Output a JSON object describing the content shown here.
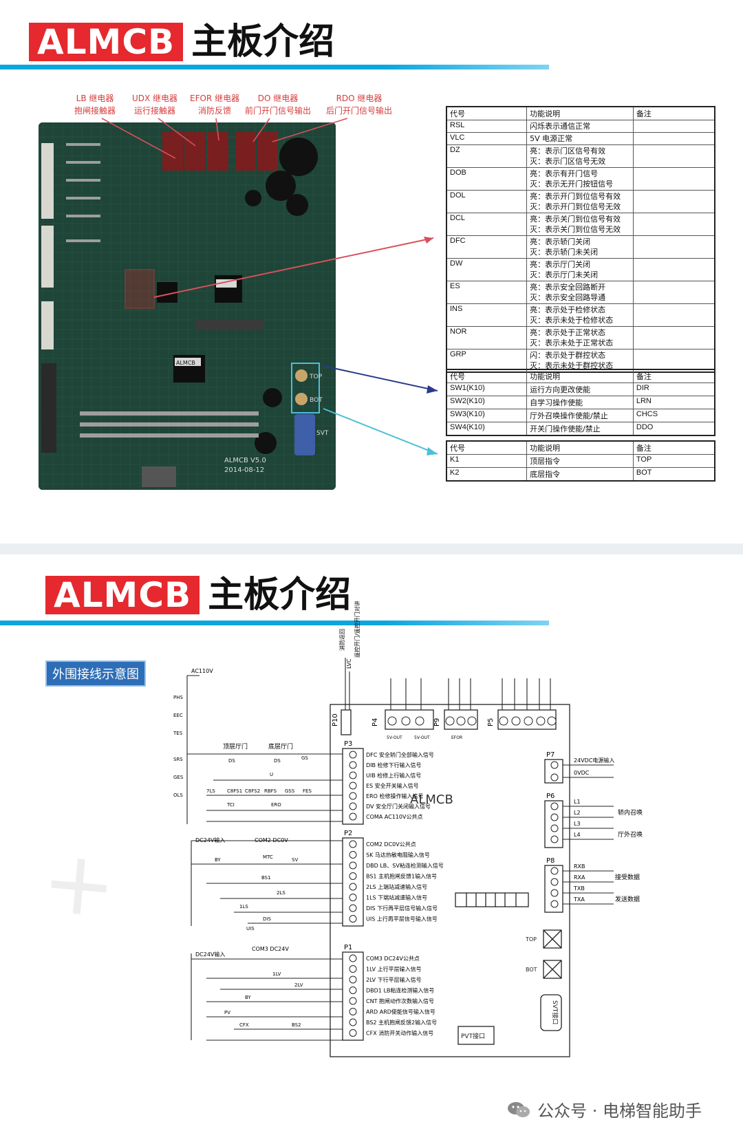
{
  "panel_top": {
    "title_red": "ALMCB",
    "title_black": "主板介绍",
    "relay_labels": [
      {
        "line1": "LB 继电器",
        "line2": "抱闸接触器"
      },
      {
        "line1": "UDX 继电器",
        "line2": "运行接触器"
      },
      {
        "line1": "EFOR 继电器",
        "line2": "消防反馈"
      },
      {
        "line1": "DO 继电器",
        "line2": "前门开门信号输出"
      },
      {
        "line1": "RDO 继电器",
        "line2": "后门开门信号输出"
      }
    ],
    "board_labels": {
      "version": "ALMCB V5.0",
      "date": "2014-08-12",
      "top": "TOP",
      "bot": "BOT",
      "svt": "SVT",
      "chip": "ALMCB"
    },
    "table1": {
      "headers": [
        "代号",
        "功能说明",
        "备注"
      ],
      "rows": [
        {
          "code": "RSL",
          "lines": [
            "闪烁表示通信正常"
          ],
          "note": ""
        },
        {
          "code": "VLC",
          "lines": [
            "5V 电源正常"
          ],
          "note": ""
        },
        {
          "code": "DZ",
          "lines": [
            "亮：表示门区信号有效",
            "灭：表示门区信号无效"
          ],
          "note": ""
        },
        {
          "code": "DOB",
          "lines": [
            "亮：表示有开门信号",
            "灭：表示无开门按钮信号"
          ],
          "note": ""
        },
        {
          "code": "DOL",
          "lines": [
            "亮：表示开门到位信号有效",
            "灭：表示开门到位信号无效"
          ],
          "note": ""
        },
        {
          "code": "DCL",
          "lines": [
            "亮：表示关门到位信号有效",
            "灭：表示关门到位信号无效"
          ],
          "note": ""
        },
        {
          "code": "DFC",
          "lines": [
            "亮：表示轿门关闭",
            "灭：表示轿门未关闭"
          ],
          "note": ""
        },
        {
          "code": "DW",
          "lines": [
            "亮：表示厅门关闭",
            "灭：表示厅门未关闭"
          ],
          "note": ""
        },
        {
          "code": "ES",
          "lines": [
            "亮：表示安全回路断开",
            "灭：表示安全回路导通"
          ],
          "note": ""
        },
        {
          "code": "INS",
          "lines": [
            "亮：表示处于检修状态",
            "灭：表示未处于检修状态"
          ],
          "note": ""
        },
        {
          "code": "NOR",
          "lines": [
            "亮：表示处于正常状态",
            "灭：表示未处于正常状态"
          ],
          "note": ""
        },
        {
          "code": "GRP",
          "lines": [
            "闪：表示处于群控状态",
            "灭：表示未处于群控状态"
          ],
          "note": ""
        }
      ]
    },
    "table2": {
      "headers": [
        "代号",
        "功能说明",
        "备注"
      ],
      "rows": [
        {
          "code": "SW1(K10)",
          "func": "运行方向更改使能",
          "note": "DIR"
        },
        {
          "code": "SW2(K10)",
          "func": "自学习操作使能",
          "note": "LRN"
        },
        {
          "code": "SW3(K10)",
          "func": "厅外召唤操作使能/禁止",
          "note": "CHCS"
        },
        {
          "code": "SW4(K10)",
          "func": "开关门操作使能/禁止",
          "note": "DDO"
        }
      ]
    },
    "table3": {
      "headers": [
        "代号",
        "功能说明",
        "备注"
      ],
      "rows": [
        {
          "code": "K1",
          "func": "顶层指令",
          "note": "TOP"
        },
        {
          "code": "K2",
          "func": "底层指令",
          "note": "BOT"
        }
      ]
    }
  },
  "panel_bottom": {
    "title_red": "ALMCB",
    "title_black": "主板介绍",
    "diagram_label": "外围接线示意图",
    "board_name": "ALMCB",
    "pvt": "PVT接口",
    "svt": "SVT接口",
    "top": "TOP",
    "bot": "BOT",
    "connectors": [
      "P10",
      "P4",
      "P9",
      "P5",
      "P3",
      "P2",
      "P1",
      "P7",
      "P6",
      "P8"
    ],
    "p4_sub": [
      "5V-OUT",
      "5V-OUT"
    ],
    "p9_sub": "EFOR",
    "p10_top": [
      "消防返回",
      "LVC",
      "遥控开门/遥控开门对讲"
    ],
    "p3_signals": [
      "DFC 安全轿门全部输入信号",
      "DIB 检修下行输入信号",
      "UIB 检修上行输入信号",
      "ES 安全开关输入信号",
      "ERO 检修操作输入信号",
      "DV 安全厅门关闭输入信号",
      "COMA AC110V公共点"
    ],
    "p2_signals": [
      "COM2 DC0V公共点",
      "SK 马达热敏电阻输入信号",
      "DBD LB、SV粘连检测输入信号",
      "BS1 主机抱闸反馈1输入信号",
      "2LS 上端站减速输入信号",
      "1LS 下端站减速输入信号",
      "DIS 下行再平层信号输入信号",
      "UIS 上行再平层信号输入信号"
    ],
    "p1_signals": [
      "COM3 DC24V公共点",
      "1LV 上行平层输入信号",
      "2LV 下行平层输入信号",
      "DBD1 LB粘连检测输入信号",
      "CNT 抱闸动作次数输入信号",
      "ARD ARD使能信号输入信号",
      "BS2 主机抱闸反馈2输入信号",
      "CFX 消防开关动作输入信号"
    ],
    "p7_labels": [
      "24VDC电源输入",
      "0VDC"
    ],
    "p6_labels": [
      "L1",
      "L2",
      "L3",
      "L4"
    ],
    "p6_side": [
      "轿内召唤",
      "厅外召唤"
    ],
    "p8_labels": [
      "RXB",
      "RXA",
      "TXB",
      "TXA"
    ],
    "p8_side": [
      "接受数据",
      "发送数据"
    ],
    "left_labels": {
      "ac110v": "AC110V",
      "top_door": "顶层厅门",
      "bottom_door": "底层厅门",
      "dc24v_in1": "DC24V输入",
      "com2": "COM2 DC0V",
      "dc24v_in2": "DC24V输入",
      "com3": "COM3 DC24V",
      "contacts_p3": [
        "7LS",
        "C8FS1",
        "C8FS2",
        "RBFS",
        "GSS",
        "FES",
        "TCI",
        "ERO",
        "U",
        "GS",
        "DS",
        "DS"
      ],
      "contacts_p2": [
        "BY",
        "MTC",
        "SV",
        "BS1",
        "2LS",
        "1LS",
        "DIS",
        "UIS"
      ],
      "contacts_p1": [
        "1LV",
        "2LV",
        "BY",
        "PV",
        "CFX",
        "BS2"
      ],
      "vertical": [
        "PHS",
        "EEC",
        "TES",
        "SRS",
        "GES",
        "OLS"
      ]
    },
    "footer": "公众号 · 电梯智能助手"
  }
}
